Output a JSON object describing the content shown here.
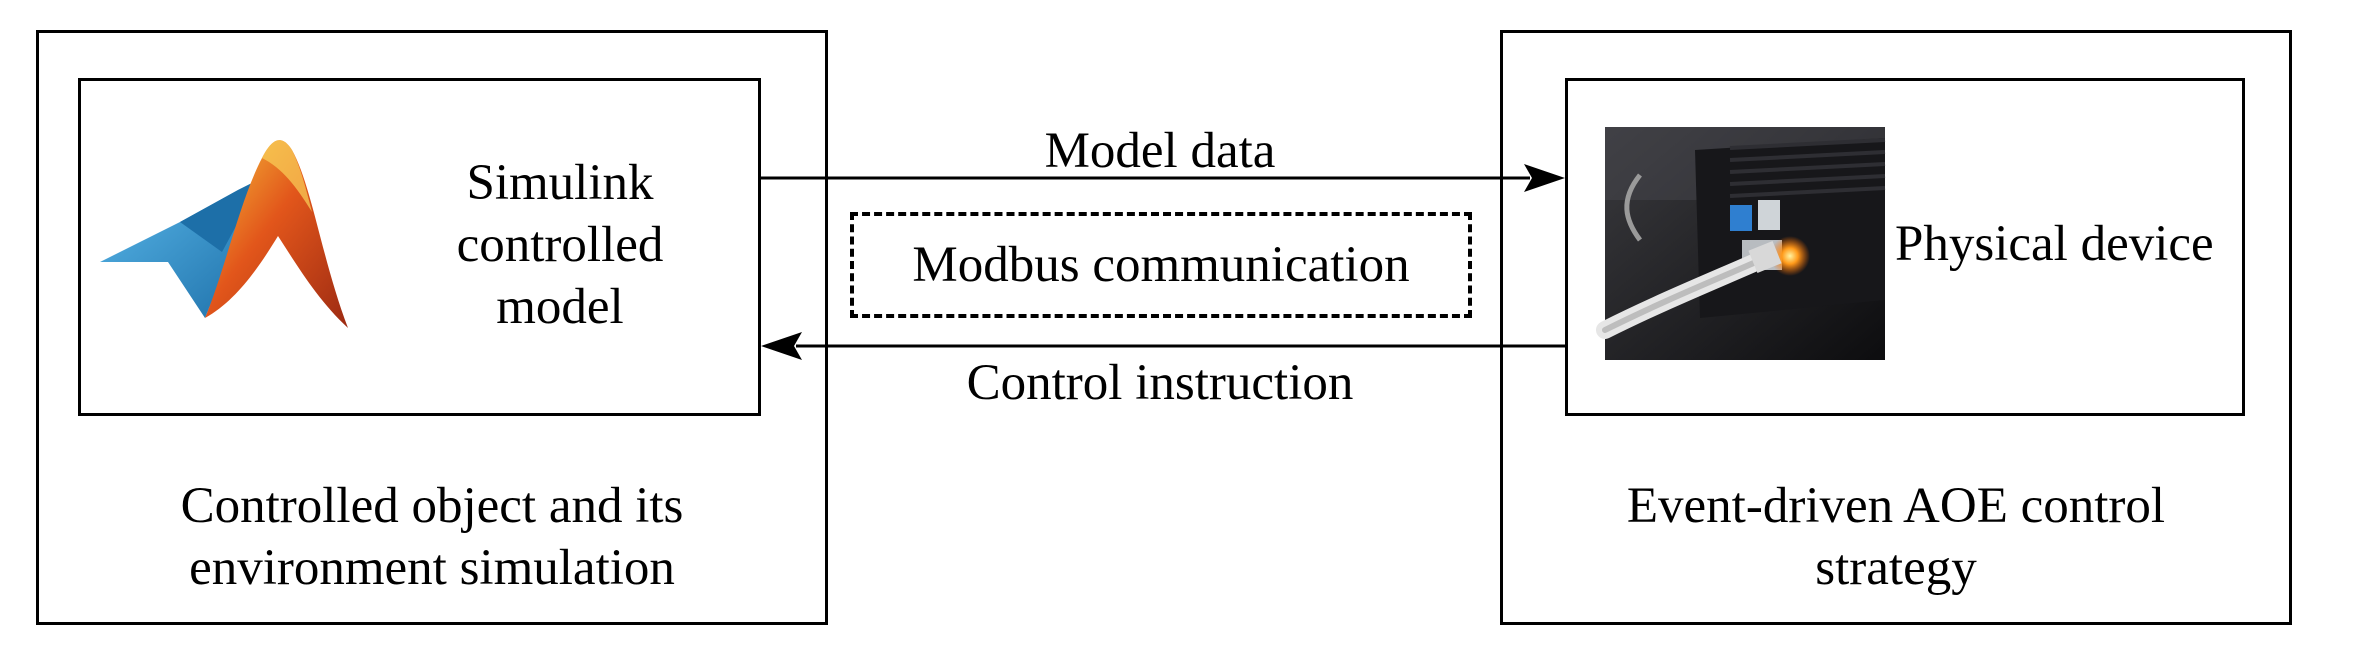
{
  "left_panel": {
    "model_label_lines": [
      "Simulink",
      "controlled",
      "model"
    ],
    "caption_lines": [
      "Controlled object and its",
      "environment simulation"
    ]
  },
  "right_panel": {
    "device_label": "Physical device",
    "caption_lines": [
      "Event-driven AOE control",
      "strategy"
    ]
  },
  "links": {
    "forward_label": "Model data",
    "backward_label": "Control instruction",
    "protocol_label": "Modbus communication"
  },
  "colors": {
    "stroke": "#000000",
    "matlab_orange": "#e2561b",
    "matlab_blue": "#2a9bd6",
    "device_body": "#1b1b1d"
  }
}
